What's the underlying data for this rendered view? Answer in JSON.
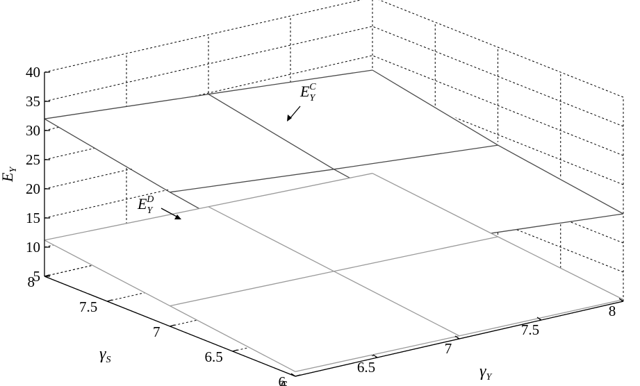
{
  "chart_data": {
    "type": "surface3d",
    "title": "",
    "axes": {
      "x": {
        "label": "γ",
        "label_sub": "Y",
        "range": [
          6,
          8
        ],
        "ticks": [
          "6",
          "6.5",
          "7",
          "7.5",
          "8"
        ]
      },
      "y": {
        "label": "γ",
        "label_sub": "S",
        "range": [
          6,
          8
        ],
        "ticks": [
          "6",
          "6.5",
          "7",
          "7.5",
          "8"
        ]
      },
      "z": {
        "label": "E",
        "label_sub": "Y",
        "range": [
          5,
          40
        ],
        "ticks": [
          "5",
          "10",
          "15",
          "20",
          "25",
          "30",
          "35",
          "40"
        ]
      }
    },
    "grid": true,
    "series": [
      {
        "name": "E_Y^C",
        "label_base": "E",
        "label_sub": "Y",
        "label_sup": "C",
        "grid_x": [
          6,
          7,
          8
        ],
        "grid_y": [
          6,
          7,
          8
        ],
        "z": [
          [
            24.5,
            22.3,
            20.0
          ],
          [
            28.0,
            25.5,
            23.2
          ],
          [
            32.0,
            29.8,
            27.5
          ]
        ]
      },
      {
        "name": "E_Y^D",
        "label_base": "E",
        "label_sub": "Y",
        "label_sup": "D",
        "grid_x": [
          6,
          7,
          8
        ],
        "grid_y": [
          6,
          7,
          8
        ],
        "z": [
          [
            5.8,
            5.5,
            5.3
          ],
          [
            8.5,
            8.0,
            7.5
          ],
          [
            11.2,
            10.5,
            9.8
          ]
        ]
      }
    ]
  }
}
